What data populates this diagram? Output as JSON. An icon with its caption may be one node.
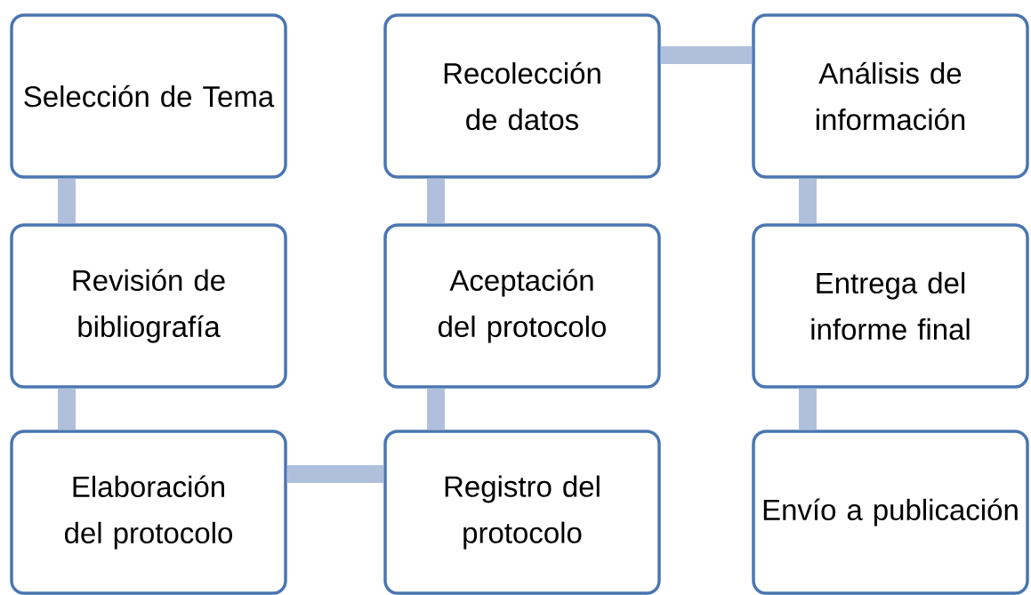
{
  "diagram": {
    "nodes": [
      {
        "text": [
          "Selección de Tema"
        ]
      },
      {
        "text": [
          "Revisión de bibliografía"
        ]
      },
      {
        "text": [
          "Elaboración del protocolo"
        ]
      },
      {
        "text": [
          "Registro del protocolo"
        ]
      },
      {
        "text": [
          "Aceptación del protocolo"
        ]
      },
      {
        "text": [
          "Recolección de datos"
        ]
      },
      {
        "text": [
          "Análisis de información"
        ]
      },
      {
        "text": [
          "Entrega del informe final"
        ]
      },
      {
        "text": [
          "Envío a publicación"
        ]
      }
    ],
    "edges": [
      {
        "from": 0,
        "to": 1,
        "arrow": "none"
      },
      {
        "from": 1,
        "to": 2,
        "arrow": "none"
      },
      {
        "from": 2,
        "to": 3,
        "arrow": "none"
      },
      {
        "from": 3,
        "to": 4,
        "arrow": "none"
      },
      {
        "from": 4,
        "to": 5,
        "arrow": "none"
      },
      {
        "from": 5,
        "to": 6,
        "arrow": "none"
      },
      {
        "from": 6,
        "to": 7,
        "arrow": "none"
      },
      {
        "from": 7,
        "to": 8,
        "arrow": "none"
      }
    ]
  }
}
